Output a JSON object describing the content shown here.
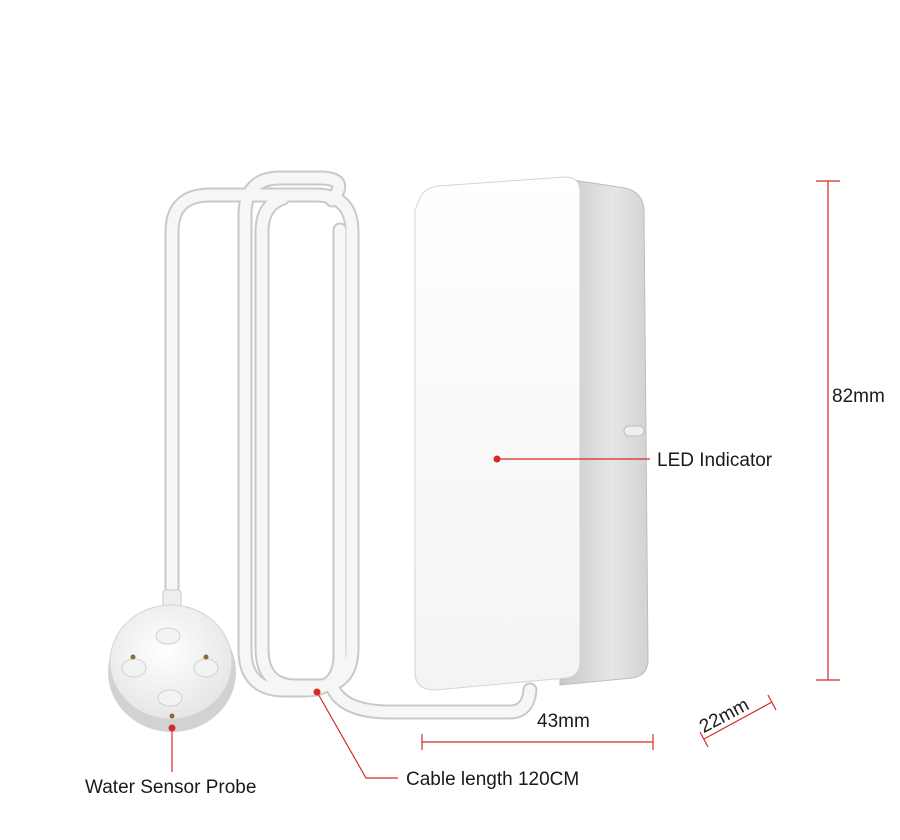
{
  "labels": {
    "led": "LED Indicator",
    "height": "82mm",
    "width": "43mm",
    "depth": "22mm",
    "cable": "Cable length 120CM",
    "probe": "Water Sensor Probe"
  },
  "colors": {
    "annotation": "#d42a2a",
    "body": "#ffffff",
    "body_side": "#d8d8d8",
    "cable": "#f2f2f2"
  }
}
